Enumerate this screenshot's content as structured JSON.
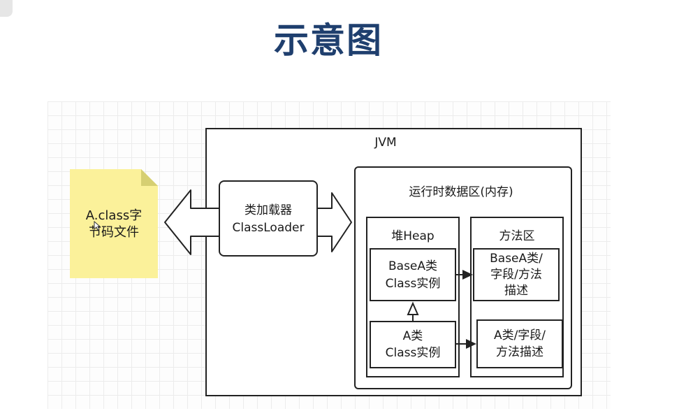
{
  "page": {
    "title": "示意图"
  },
  "diagram": {
    "file": {
      "line1": "A.class字",
      "line2": "节码文件"
    },
    "jvm": {
      "label": "JVM"
    },
    "classloader": {
      "line1": "类加载器",
      "line2": "ClassLoader"
    },
    "runtime_area": {
      "label": "运行时数据区(内存)"
    },
    "heap": {
      "label": "堆Heap",
      "base_instance": {
        "line1": "BaseA类",
        "line2": "Class实例"
      },
      "a_instance": {
        "line1": "A类",
        "line2": "Class实例"
      }
    },
    "method_area": {
      "label": "方法区",
      "base_desc": {
        "line1": "BaseA类/",
        "line2": "字段/方法",
        "line3": "描述"
      },
      "a_desc": {
        "line1": "A类/字段/",
        "line2": "方法描述"
      }
    }
  },
  "colors": {
    "title": "#1f3f6e",
    "note_fill": "#fbf19a",
    "note_fold": "#d6cf72",
    "stroke": "#222222"
  }
}
